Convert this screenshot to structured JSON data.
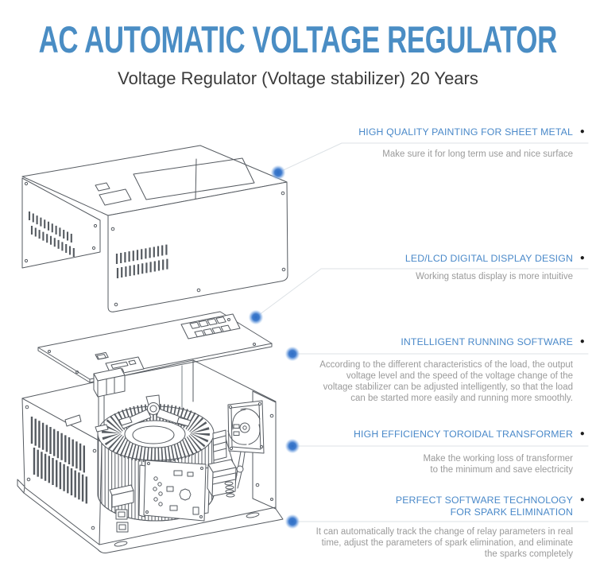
{
  "header": {
    "title": "AC AUTOMATIC VOLTAGE REGULATOR",
    "subtitle": "Voltage Regulator (Voltage stabilizer) 20 Years"
  },
  "callouts": [
    {
      "heading": "HIGH QUALITY PAINTING FOR SHEET METAL",
      "bullet": "●",
      "desc_lines": [
        "Make sure it for long term use and nice surface"
      ]
    },
    {
      "heading": "LED/LCD DIGITAL DISPLAY DESIGN",
      "bullet": "●",
      "desc_lines": [
        "Working status display is more intuitive"
      ]
    },
    {
      "heading": "INTELLIGENT RUNNING SOFTWARE",
      "bullet": "●",
      "desc_lines": [
        "According to the different characteristics of the load, the output",
        "voltage level and the speed of the voltage change of the",
        "voltage stabilizer can be adjusted intelligently, so that the load",
        "can be started more easily and running more smoothly."
      ]
    },
    {
      "heading": "HIGH EFFICIENCY TOROIDAL TRANSFORMER",
      "bullet": "●",
      "desc_lines": [
        "Make the working loss of transformer",
        "to the minimum and save electricity"
      ]
    },
    {
      "heading_lines": [
        "PERFECT SOFTWARE TECHNOLOGY",
        "FOR SPARK ELIMINATION"
      ],
      "bullet": "●",
      "desc_lines": [
        "It can automatically track the change of relay parameters in real",
        "time, adjust the parameters of spark elimination, and eliminate",
        "the sparks completely"
      ]
    }
  ],
  "diagram": {
    "type": "exploded-technical-drawing",
    "parts": [
      "sheet metal top cover with ventilation slots",
      "control panel plate with display and terminal block",
      "chassis with toroidal transformer, cooling fan and PCB"
    ]
  },
  "colors": {
    "title_blue": "#4a8dc4",
    "heading_blue": "#4a89c9",
    "subtitle_dark": "#3a3a3a",
    "desc_gray": "#9a9a9a",
    "leader_line_gray": "#dde2e6",
    "dot_blue": "#2e6ec5",
    "drawing_line_gray": "#565b61",
    "bullet_black": "#1d1d1d"
  }
}
